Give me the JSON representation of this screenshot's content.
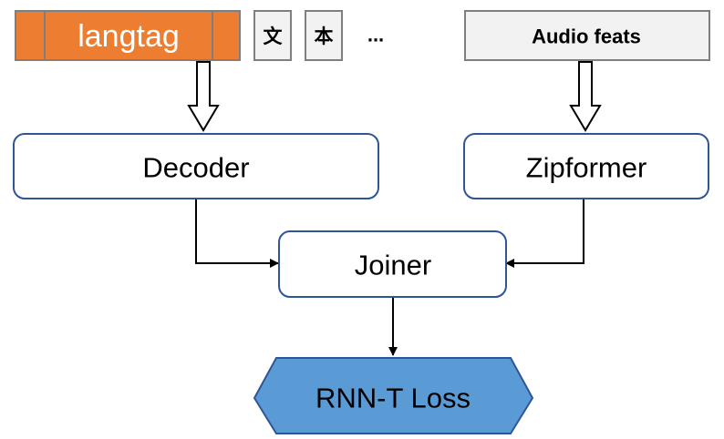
{
  "inputs": {
    "lang_token": "langtag",
    "char_token_1": "文",
    "char_token_2": "本",
    "ellipsis": "...",
    "audio": "Audio feats"
  },
  "modules": {
    "decoder": "Decoder",
    "encoder": "Zipformer",
    "joiner": "Joiner",
    "loss": "RNN-T Loss"
  },
  "colors": {
    "lang_token_fill": "#ed7d31",
    "box_stroke": "#2f5597",
    "loss_fill": "#5b9bd5",
    "audio_fill": "#f2f2f2"
  }
}
